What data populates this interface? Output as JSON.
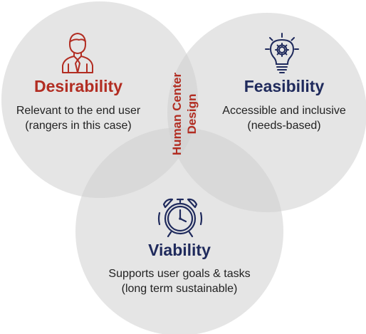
{
  "desirability": {
    "title": "Desirability",
    "line1": "Relevant to the end user",
    "line2": "(rangers in this case)",
    "icon": "user-person-icon"
  },
  "feasibility": {
    "title": "Feasibility",
    "line1": "Accessible and inclusive",
    "line2": "(needs-based)",
    "icon": "lightbulb-gear-icon"
  },
  "viability": {
    "title": "Viability",
    "line1": "Supports user goals & tasks",
    "line2": "(long term sustainable)",
    "icon": "alarm-clock-icon"
  },
  "center": {
    "line1": "Human Center",
    "line2": "Design"
  },
  "colors": {
    "accent_red": "#b22d22",
    "accent_navy": "#1f2a5c",
    "circle_fill": "#d8d8d8"
  }
}
